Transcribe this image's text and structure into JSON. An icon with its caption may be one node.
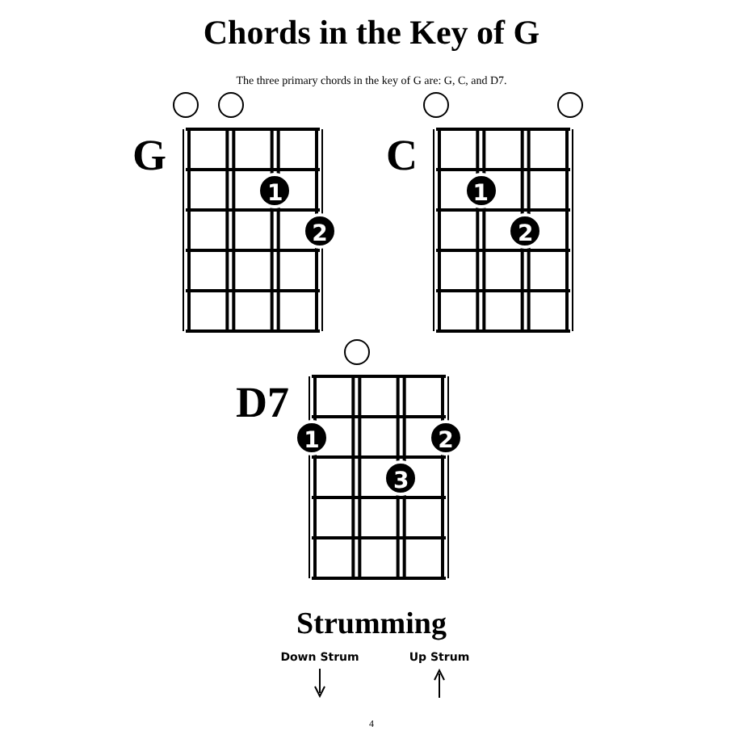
{
  "diagram": {
    "title": "Chords in the Key of G",
    "nodes": [
      {
        "text": [
          "G"
        ]
      },
      {
        "text": [],
        "shape": "circle",
        "in": 0
      },
      {
        "text": [],
        "shape": "circle",
        "in": 0
      },
      {
        "text": [
          "1"
        ],
        "in": 0
      },
      {
        "text": [
          "2"
        ],
        "in": 0
      },
      {
        "text": [
          "C"
        ]
      },
      {
        "text": [],
        "shape": "circle",
        "in": 5
      },
      {
        "text": [],
        "shape": "circle",
        "in": 5
      },
      {
        "text": [
          "1"
        ],
        "in": 5
      },
      {
        "text": [
          "2"
        ],
        "in": 5
      },
      {
        "text": [
          "D7"
        ]
      },
      {
        "text": [],
        "shape": "circle",
        "in": 10
      },
      {
        "text": [
          "1"
        ],
        "in": 10
      },
      {
        "text": [
          "2"
        ],
        "in": 10
      },
      {
        "text": [
          "3"
        ],
        "in": 10
      }
    ],
    "edges": [],
    "labels": [
      "The three primary chords in the key of G are: G, C, and D7.",
      "Strumming",
      "Down Strum",
      "Up Strum",
      "4"
    ]
  }
}
